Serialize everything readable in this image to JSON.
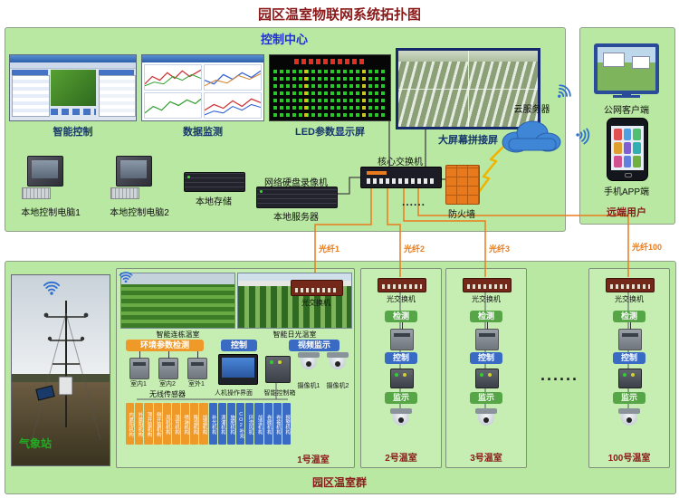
{
  "title": "园区温室物联网系统拓扑图",
  "control_center": {
    "title": "控制中心",
    "screen_labels": {
      "smart_control": "智能控制",
      "data_monitor": "数据监测",
      "led_display": "LED参数显示屏",
      "video_wall": "大屏幕拼接屏"
    },
    "devices": {
      "computer1": "本地控制电脑1",
      "computer2": "本地控制电脑2",
      "storage": "本地存储",
      "nvr": "网络硬盘录像机",
      "server": "本地服务器",
      "core_switch": "核心交换机",
      "firewall": "防火墙"
    },
    "ellipsis": "......"
  },
  "cloud": {
    "label": "云服务器"
  },
  "remote_users": {
    "title": "远端用户",
    "web_client": "公网客户端",
    "mobile_app": "手机APP端"
  },
  "fiber_links": [
    "光纤1",
    "光纤2",
    "光纤3",
    "光纤100"
  ],
  "greenhouse_park": {
    "title": "园区温室群",
    "weather_station": "气象站",
    "greenhouse1": {
      "label": "1号温室",
      "photo1": "智能连栋温室",
      "photo2": "智能日光温室",
      "optical_switch": "光交换机",
      "env_header": "环境参数检测",
      "sensors": [
        "室内1",
        "室内2",
        "室外1"
      ],
      "sensor_caption": "无线传感器",
      "control_header": "控制",
      "hmi": "人机操作界面",
      "control_box": "智能控制箱",
      "video_header": "视频监示",
      "camera1": "摄像机1",
      "camera2": "摄像机2",
      "actuators_orange": [
        "内遮阳机构",
        "外遮阳机构",
        "顶开窗机构",
        "侧开窗机构",
        "风机机构",
        "湿帘机构",
        "喷淋机构",
        "降温机构",
        "加温机构"
      ],
      "actuators_blue": [
        "补光机构",
        "滴灌机构",
        "施肥机构",
        "CO2补充",
        "环流风机",
        "加湿机构",
        "卷膜机构",
        "卷被机构",
        "报警机构"
      ]
    },
    "common": {
      "optical_switch": "光交换机",
      "detect": "检测",
      "control": "控制",
      "monitor": "监示"
    },
    "greenhouses": [
      {
        "label": "2号温室"
      },
      {
        "label": "3号温室"
      },
      {
        "label": "100号温室"
      }
    ],
    "ellipsis": "......"
  }
}
